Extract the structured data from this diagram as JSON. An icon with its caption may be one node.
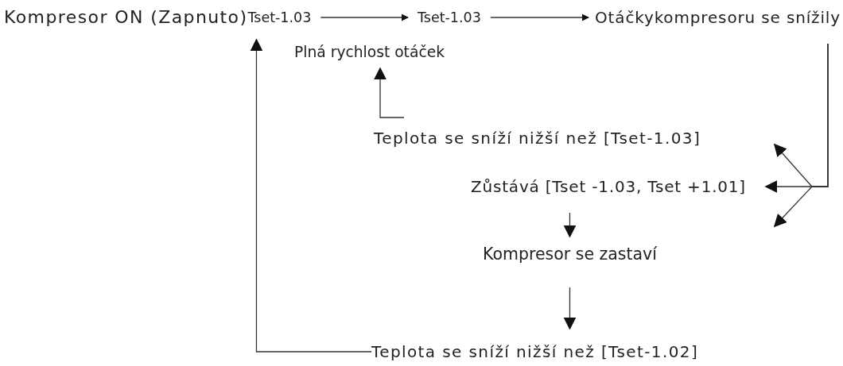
{
  "diagram": {
    "nodes": [
      {
        "text": [
          "Kompresor ON (Zapnuto)"
        ]
      },
      {
        "text": [
          "Tset-1.03"
        ]
      },
      {
        "text": [
          "Tset-1.03"
        ]
      },
      {
        "text": [
          "Otáčkykompresoru se snížily"
        ]
      },
      {
        "text": [
          "Plná rychlost otáček"
        ]
      },
      {
        "text": [
          "Teplota se sníží nižší než [Tset-1.03]"
        ]
      },
      {
        "text": [
          "Zůstává [Tset -1.03, Tset +1.01]"
        ]
      },
      {
        "text": [
          "Kompresor se zastaví"
        ]
      },
      {
        "text": [
          "Teplota se sníží nižší než [Tset-1.02]"
        ]
      }
    ],
    "edges": [
      {
        "from": 1,
        "to": 2,
        "arrow": "to"
      },
      {
        "from": 2,
        "to": 3,
        "arrow": "to"
      },
      {
        "from": 5,
        "to": 4,
        "arrow": "to"
      },
      {
        "from": 3,
        "to": null,
        "arrow": "to"
      },
      {
        "from": 3,
        "to": 6,
        "arrow": "to"
      },
      {
        "from": 3,
        "to": null,
        "arrow": "to"
      },
      {
        "from": 6,
        "to": 7,
        "arrow": "to"
      },
      {
        "from": 7,
        "to": 8,
        "arrow": "to"
      },
      {
        "from": 8,
        "to": 1,
        "arrow": "to"
      }
    ]
  }
}
